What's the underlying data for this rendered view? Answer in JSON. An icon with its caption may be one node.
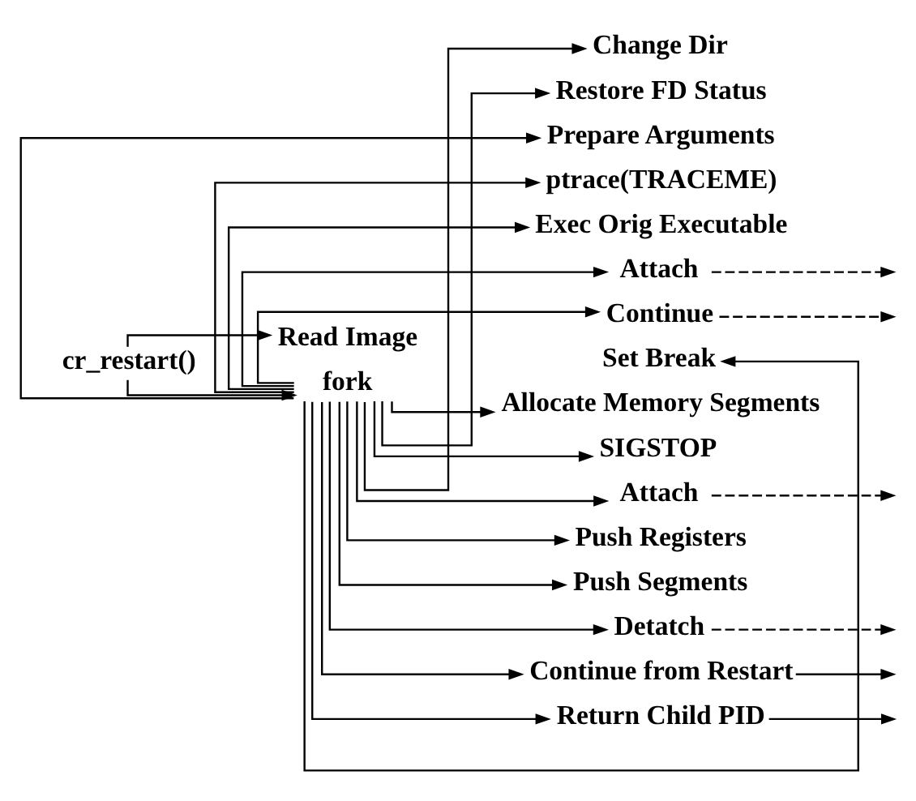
{
  "diagram": {
    "nodes": [
      {
        "text": [
          "cr_restart()"
        ]
      },
      {
        "text": [
          "Read Image"
        ]
      },
      {
        "text": [
          "fork"
        ]
      },
      {
        "text": [
          "Change Dir"
        ]
      },
      {
        "text": [
          "Restore FD Status"
        ]
      },
      {
        "text": [
          "Prepare Arguments"
        ]
      },
      {
        "text": [
          "ptrace(TRACEME)"
        ]
      },
      {
        "text": [
          "Exec Orig Executable"
        ]
      },
      {
        "text": [
          "Attach"
        ]
      },
      {
        "text": [
          "Continue"
        ]
      },
      {
        "text": [
          "Set Break"
        ]
      },
      {
        "text": [
          "Allocate Memory Segments"
        ]
      },
      {
        "text": [
          "SIGSTOP"
        ]
      },
      {
        "text": [
          "Attach"
        ]
      },
      {
        "text": [
          "Push Registers"
        ]
      },
      {
        "text": [
          "Push Segments"
        ]
      },
      {
        "text": [
          "Detatch"
        ]
      },
      {
        "text": [
          "Continue from Restart"
        ]
      },
      {
        "text": [
          "Return Child PID"
        ]
      }
    ],
    "edges": [
      {
        "from": 0,
        "to": 1,
        "arrow": "to"
      },
      {
        "from": 0,
        "to": 2,
        "arrow": "to"
      },
      {
        "from": 2,
        "to": 3,
        "arrow": "to"
      },
      {
        "from": 2,
        "to": 4,
        "arrow": "to"
      },
      {
        "from": 2,
        "to": 5,
        "arrow": "to"
      },
      {
        "from": 2,
        "to": 6,
        "arrow": "to"
      },
      {
        "from": 2,
        "to": 7,
        "arrow": "to"
      },
      {
        "from": 2,
        "to": 8,
        "arrow": "to"
      },
      {
        "from": 8,
        "to": null,
        "arrow": "to",
        "style": "dashed"
      },
      {
        "from": 2,
        "to": 9,
        "arrow": "to"
      },
      {
        "from": 9,
        "to": null,
        "arrow": "to",
        "style": "dashed"
      },
      {
        "from": 2,
        "to": 10,
        "arrow": "to"
      },
      {
        "from": 2,
        "to": 11,
        "arrow": "to"
      },
      {
        "from": 2,
        "to": 12,
        "arrow": "to"
      },
      {
        "from": 2,
        "to": 13,
        "arrow": "to"
      },
      {
        "from": 13,
        "to": null,
        "arrow": "to",
        "style": "dashed"
      },
      {
        "from": 2,
        "to": 14,
        "arrow": "to"
      },
      {
        "from": 2,
        "to": 15,
        "arrow": "to"
      },
      {
        "from": 2,
        "to": 16,
        "arrow": "to"
      },
      {
        "from": 16,
        "to": null,
        "arrow": "to",
        "style": "dashed"
      },
      {
        "from": 2,
        "to": 17,
        "arrow": "to"
      },
      {
        "from": 17,
        "to": null,
        "arrow": "to"
      },
      {
        "from": 2,
        "to": 18,
        "arrow": "to"
      },
      {
        "from": 18,
        "to": null,
        "arrow": "to"
      }
    ]
  }
}
